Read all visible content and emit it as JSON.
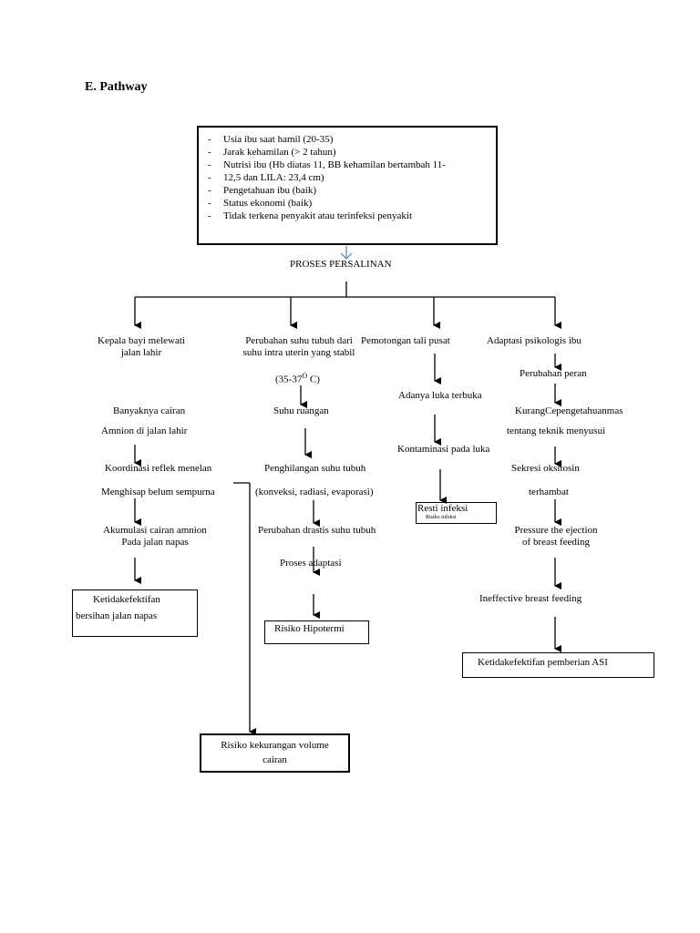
{
  "heading": "E. Pathway",
  "conditions": [
    "Usia ibu saat hamil (20-35)",
    "Jarak kehamilan (> 2 tahun)",
    "Nutrisi ibu (Hb diatas 11, BB kehamilan bertambah 11-",
    "12,5 dan LILA: 23,4 cm)",
    "Pengetahuan ibu (baik)",
    "Status ekonomi  (baik)",
    "Tidak terkena penyakit atau terinfeksi penyakit"
  ],
  "root": "PROSES PERSALINAN",
  "col1": {
    "title_1": "Kepala bayi melewati",
    "title_2": "jalan lahir",
    "s1a": "Banyaknya cairan",
    "s1b": "Amnion di jalan lahir",
    "s2": "Koordinasi reflek menelan",
    "s3": "Menghisap belum sempurna",
    "s4a": "Akumulasi cairan amnion",
    "s4b": "Pada jalan napas",
    "dx_1": "Ketidakefektifan",
    "dx_2": "bersihan jalan napas"
  },
  "col2": {
    "title_1": "Perubahan suhu tubuh dari",
    "title_2": "suhu intra uterin yang stabil",
    "range": "(35-37",
    "range_sup": "O",
    "range_end": " C)",
    "s1": "Suhu ruangan",
    "s2a": "Penghilangan suhu tubuh",
    "s2b": "(konveksi, radiasi, evaporasi)",
    "s3": "Perubahan drastis suhu tubuh",
    "s4": "Proses adaptasi",
    "dx": "Risiko Hipotermi"
  },
  "col3": {
    "title": "Pemotongan tali pusat",
    "s1": "Adanya luka terbuka",
    "s2": "Kontaminasi pada luka",
    "dx": "Resti infeksi",
    "dx_small": "Risiko infeksi"
  },
  "col4": {
    "title": "Adaptasi psikologis ibu",
    "s1": "Perubahan peran",
    "s2a": "KurangCepengetahuanmas",
    "s2b": "tentang teknik menyusui",
    "s3a": "Sekresi oksitosin",
    "s3b": "terhambat",
    "s4a": "Pressure the ejection",
    "s4b": "of breast feeding",
    "s5": "Ineffective breast feeding",
    "dx": "Ketidakefektifan pemberian ASI"
  },
  "fluid_dx_1": "Risiko kekurangan volume",
  "fluid_dx_2": "cairan"
}
